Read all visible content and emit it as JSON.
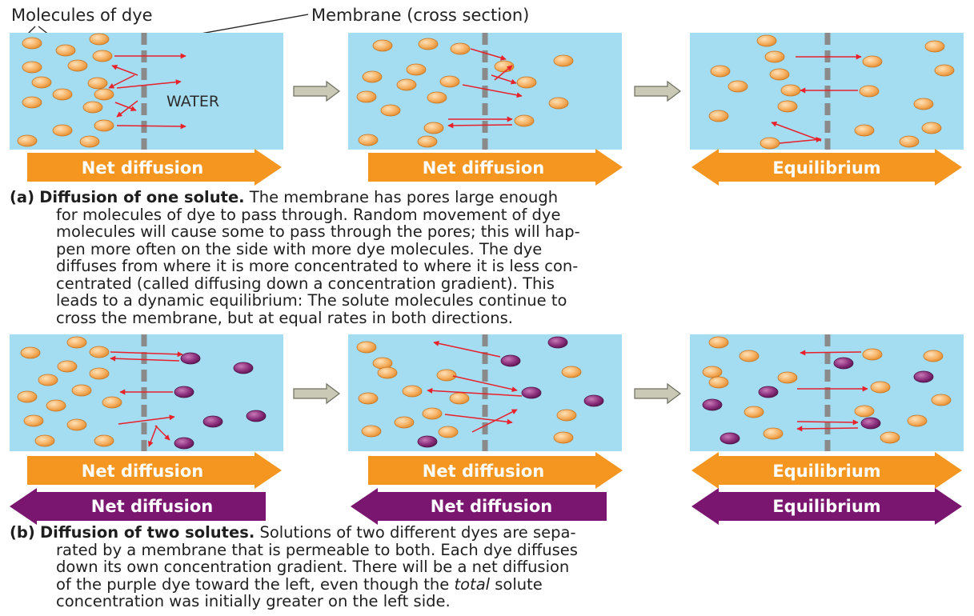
{
  "labels": {
    "molecules_of_dye": "Molecules of dye",
    "membrane": "Membrane (cross section)",
    "water": "WATER"
  },
  "row_a": {
    "bars": [
      "Net diffusion",
      "Net diffusion",
      "Equilibrium"
    ]
  },
  "row_b": {
    "orange_bars": [
      "Net diffusion",
      "Net diffusion",
      "Equilibrium"
    ],
    "purple_bars": [
      "Net diffusion",
      "Net diffusion",
      "Equilibrium"
    ]
  },
  "caption_a": {
    "marker": "(a)",
    "heading": "Diffusion of one solute.",
    "first_line": "The membrane has pores large enough",
    "lines": [
      "for molecules of dye to pass through. Random movement of dye",
      "molecules will cause some to pass through the pores; this will hap-",
      "pen more often on the side with more dye molecules. The dye",
      "diffuses from where it is more concentrated to where it is less con-",
      "centrated (called diffusing down a concentration gradient). This",
      "leads to a dynamic equilibrium: The solute molecules continue to",
      "cross the membrane, but at equal rates in both directions."
    ]
  },
  "caption_b": {
    "marker": "(b)",
    "heading": "Diffusion of two solutes.",
    "first_line": "Solutions of two different dyes are sepa-",
    "lines": [
      "rated by a membrane that is permeable to both. Each dye diffuses",
      "down its own concentration gradient. There will be a net diffusion"
    ],
    "line_with_emphasis": {
      "before": "of the purple dye toward the left, even though the ",
      "emphasis": "total",
      "after": " solute"
    },
    "last_line": "concentration was initially greater on the left side."
  },
  "colors": {
    "water": "#a4dcf1",
    "membrane": "#8a8a8a",
    "orange_molecule": "#f6b163",
    "purple_molecule": "#8b2f7c",
    "orange_bar": "#f4961f",
    "purple_bar": "#7a1670",
    "arrow": "#e8202a",
    "step_arrow": "#c9c9b6"
  }
}
